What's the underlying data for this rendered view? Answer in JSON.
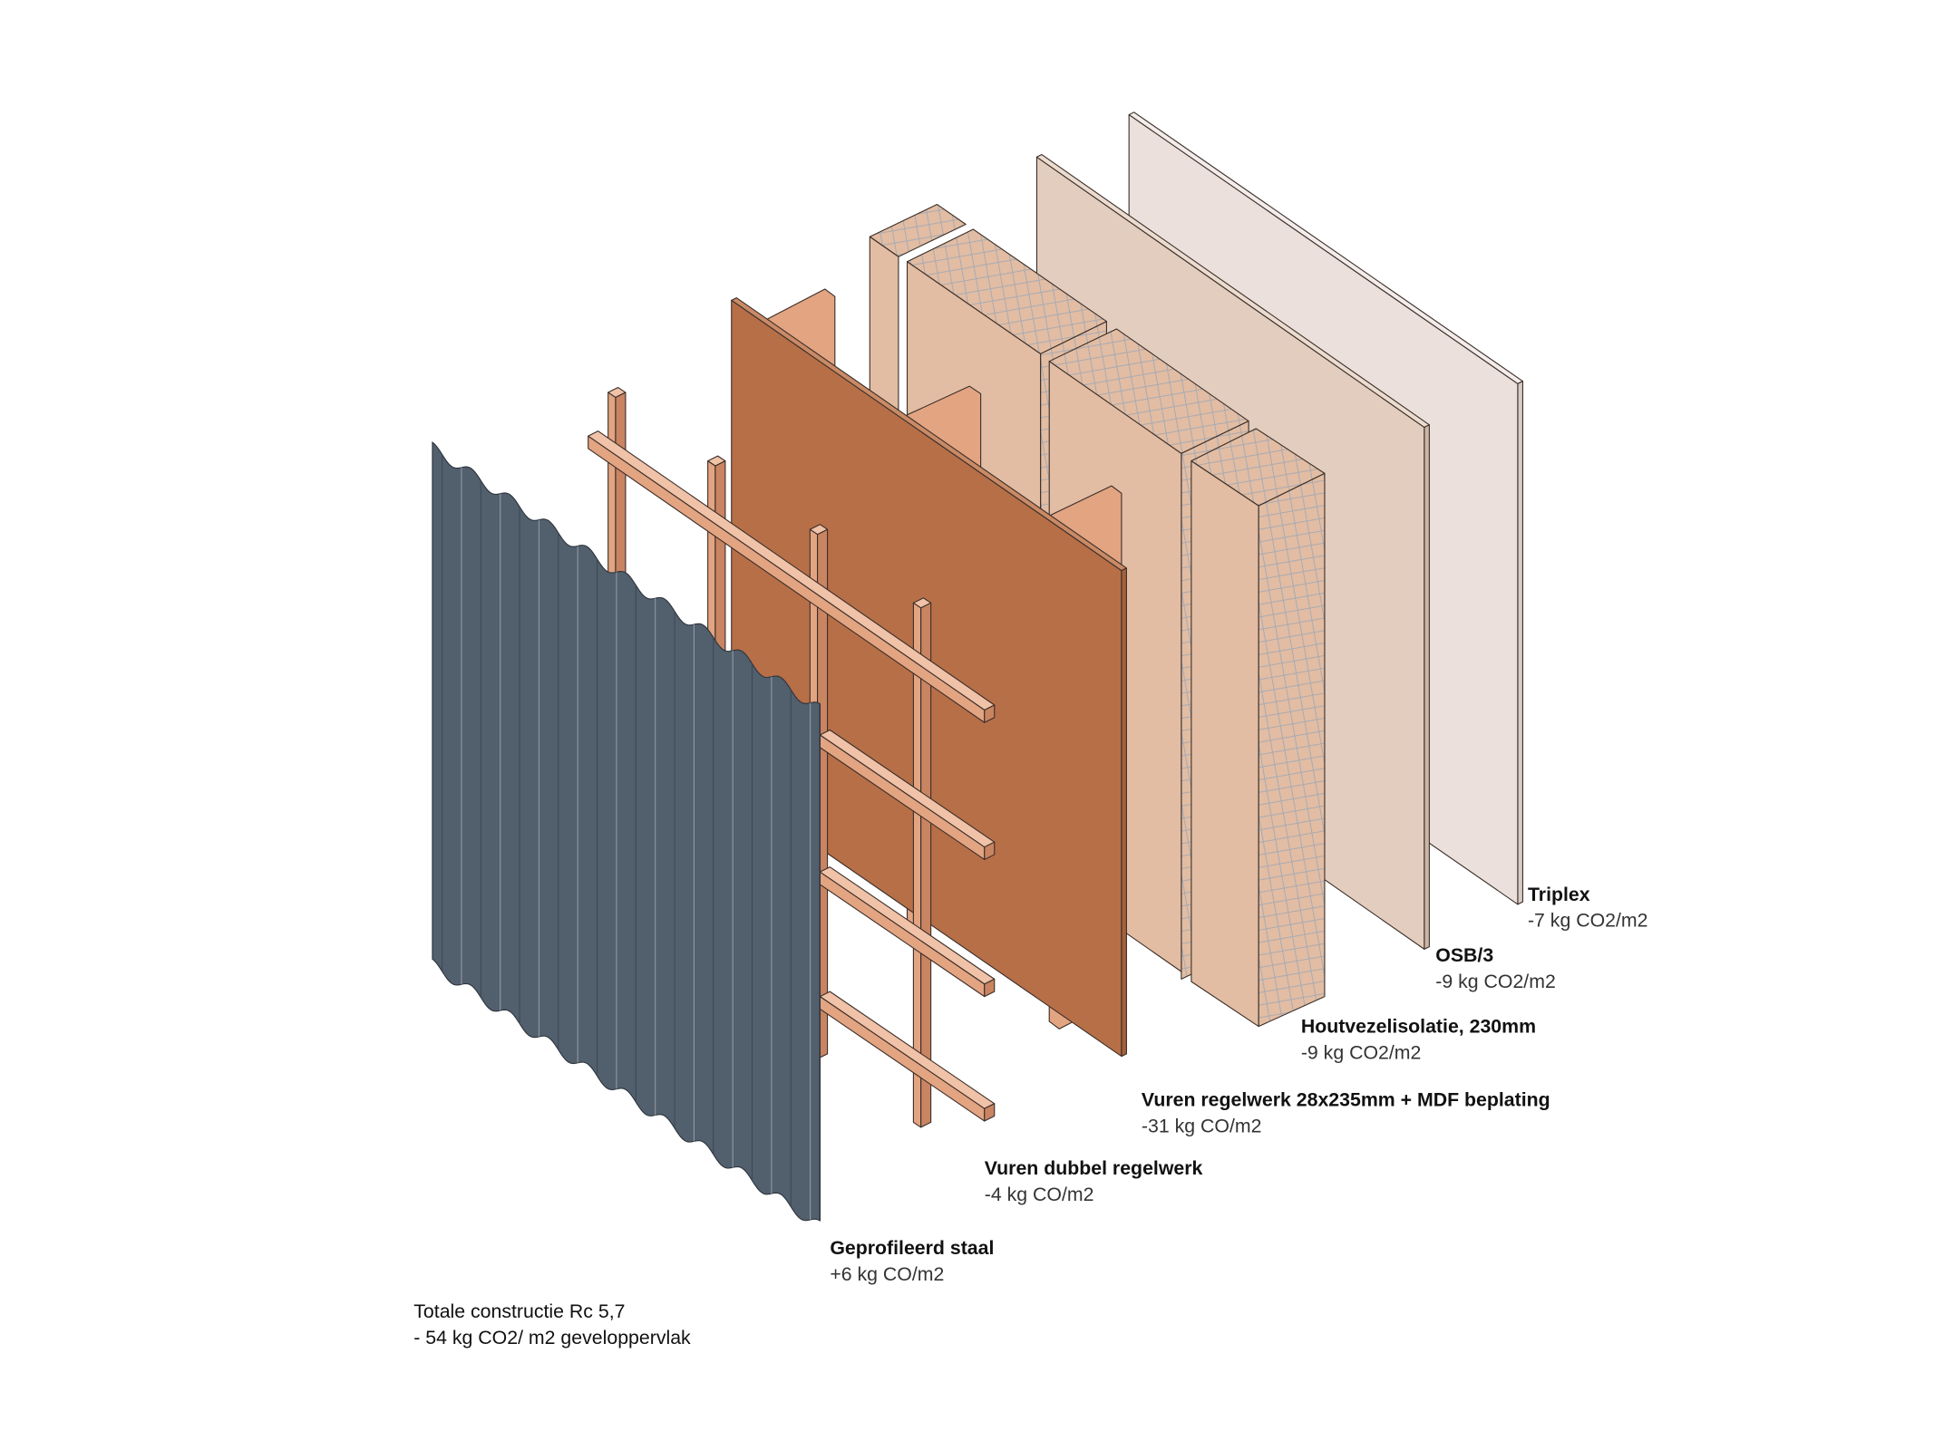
{
  "layers": [
    {
      "name": "Triplex",
      "value": "-7 kg CO2/m2",
      "color": "#ebe0dc"
    },
    {
      "name": "OSB/3",
      "value": "-9 kg CO2/m2",
      "color": "#e3cdbf"
    },
    {
      "name": "Houtvezelisolatie, 230mm",
      "value": "-9 kg CO2/m2",
      "color": "#e2bda3"
    },
    {
      "name": "Vuren regelwerk 28x235mm + MDF beplating",
      "value": "-31 kg CO/m2",
      "color": "#b76f48"
    },
    {
      "name": "Vuren dubbel regelwerk",
      "value": "-4 kg CO/m2",
      "color": "#e3a482"
    },
    {
      "name": "Geprofileerd staal",
      "value": "+6 kg CO/m2",
      "color": "#525f6d"
    }
  ],
  "total": {
    "title": "Totale constructie Rc 5,7",
    "value": "- 54 kg CO2/ m2 geveloppervlak"
  }
}
